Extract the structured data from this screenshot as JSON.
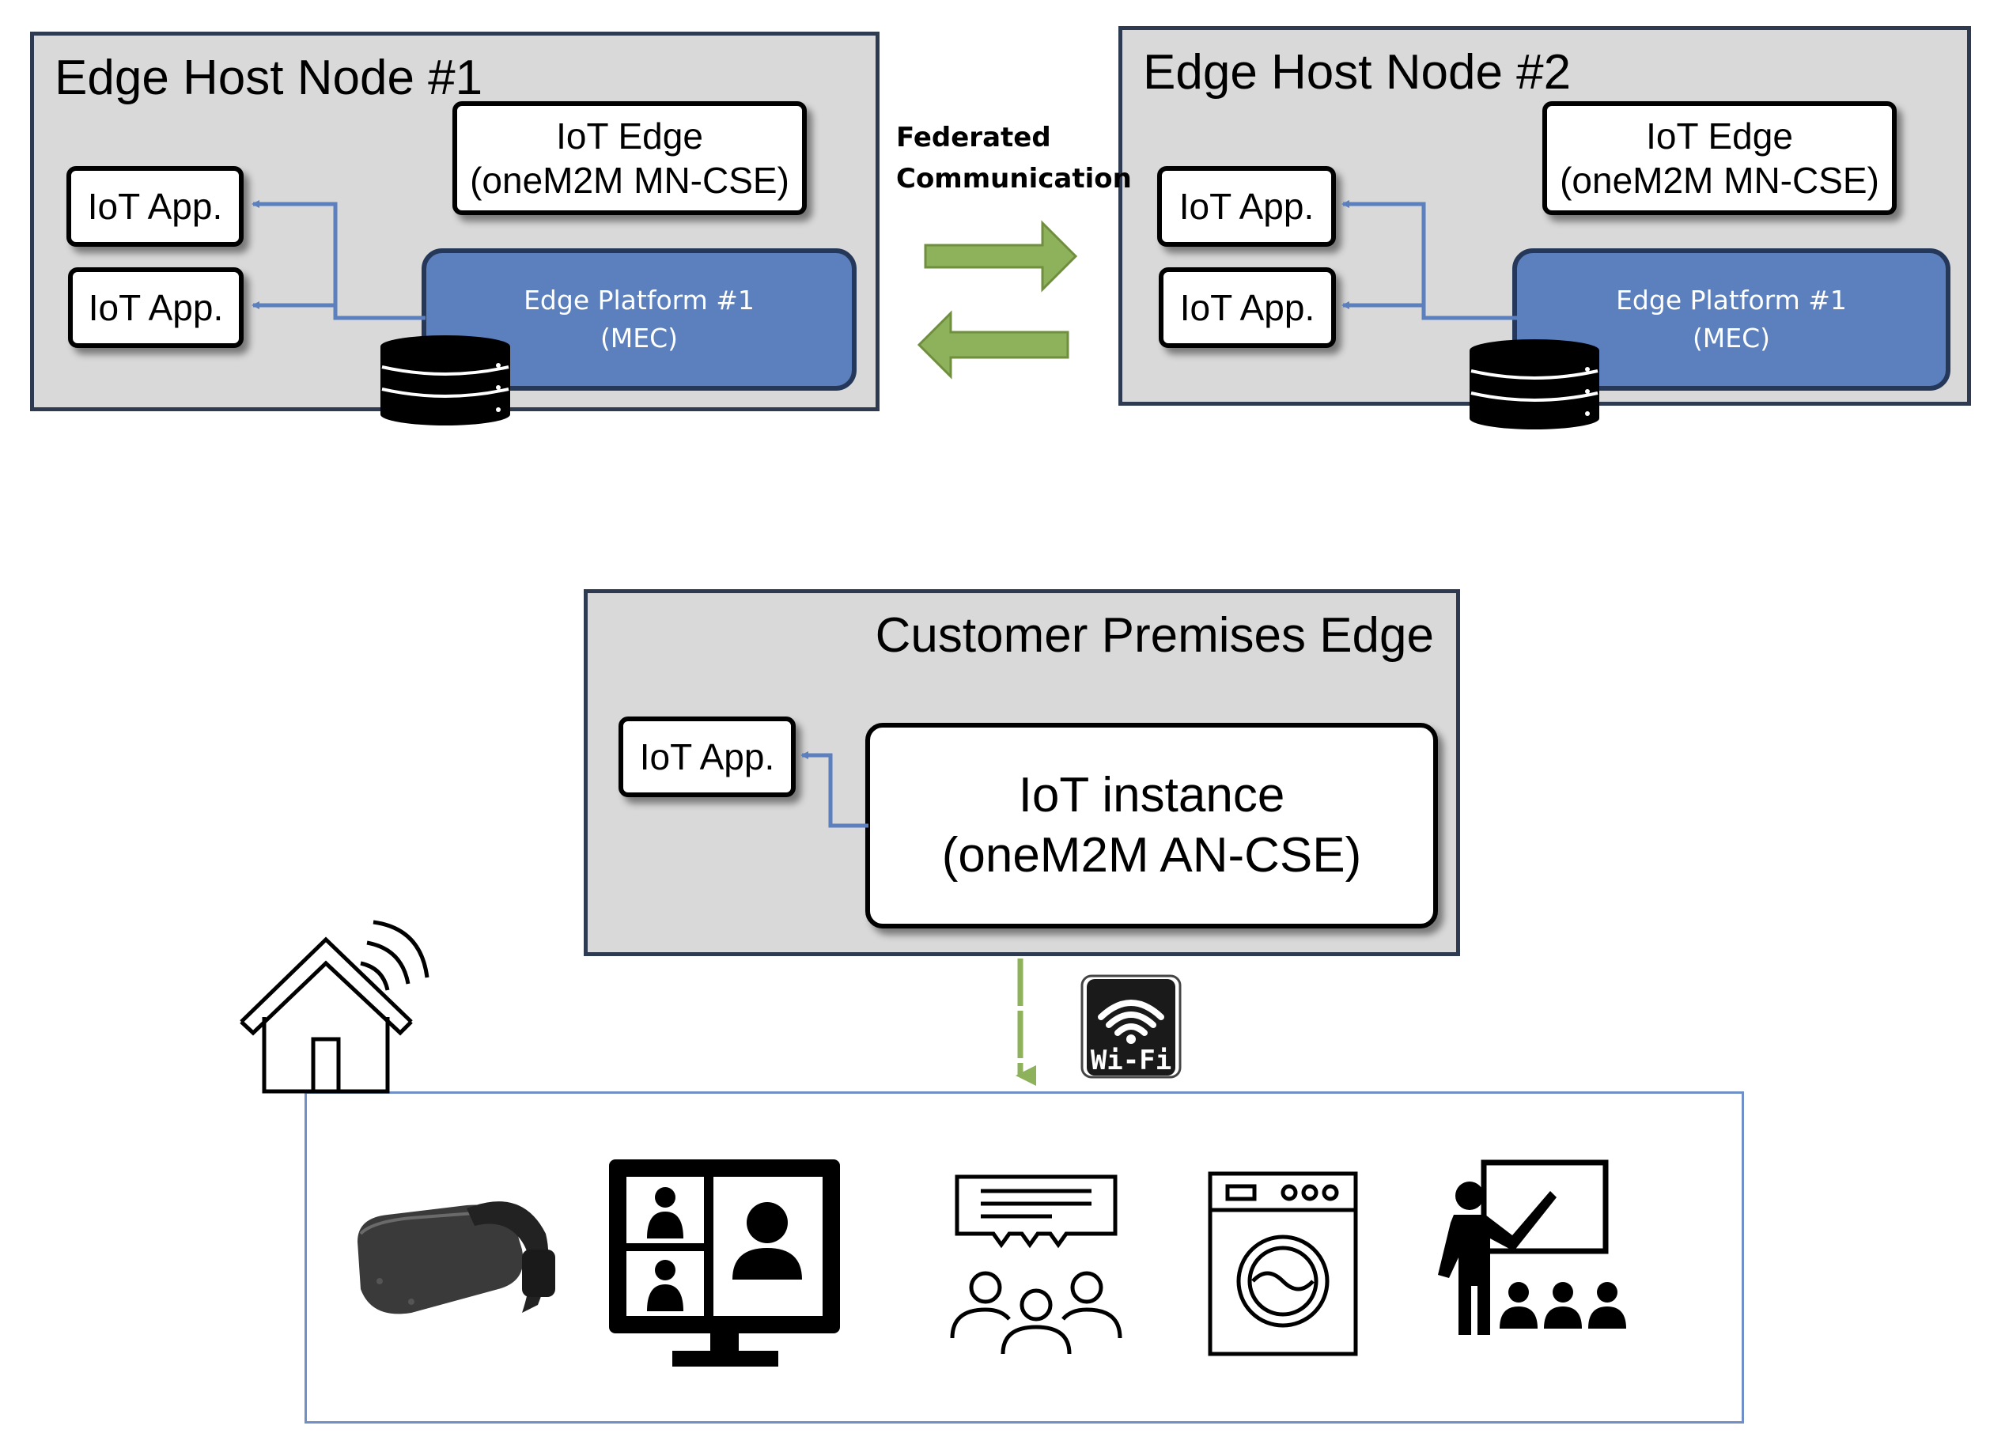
{
  "nodes": {
    "node1": {
      "title": "Edge Host Node #1",
      "apps": [
        "IoT App.",
        "IoT App."
      ],
      "iot_edge": {
        "line1": "IoT Edge",
        "line2": "(oneM2M MN-CSE)"
      },
      "platform": {
        "line1": "Edge Platform #1",
        "line2": "(MEC)"
      }
    },
    "node2": {
      "title": "Edge Host Node #2",
      "apps": [
        "IoT App.",
        "IoT App."
      ],
      "iot_edge": {
        "line1": "IoT Edge",
        "line2": "(oneM2M MN-CSE)"
      },
      "platform": {
        "line1": "Edge Platform #1",
        "line2": "(MEC)"
      }
    }
  },
  "federation": {
    "line1": "Federated",
    "line2": "Communication"
  },
  "customer": {
    "title": "Customer Premises Edge",
    "app": "IoT App.",
    "instance": {
      "line1": "IoT instance",
      "line2": "(oneM2M AN-CSE)"
    }
  },
  "wifi_label": "Wi-Fi",
  "icons": [
    "house-icon",
    "vr-headset-icon",
    "video-conference-icon",
    "group-chat-icon",
    "washing-machine-icon",
    "teacher-presentation-icon"
  ],
  "colors": {
    "node_bg": "#d9d9d9",
    "platform_blue": "#5b80bd",
    "connector_blue": "#5b80bd",
    "arrow_green": "#8eb15b"
  }
}
